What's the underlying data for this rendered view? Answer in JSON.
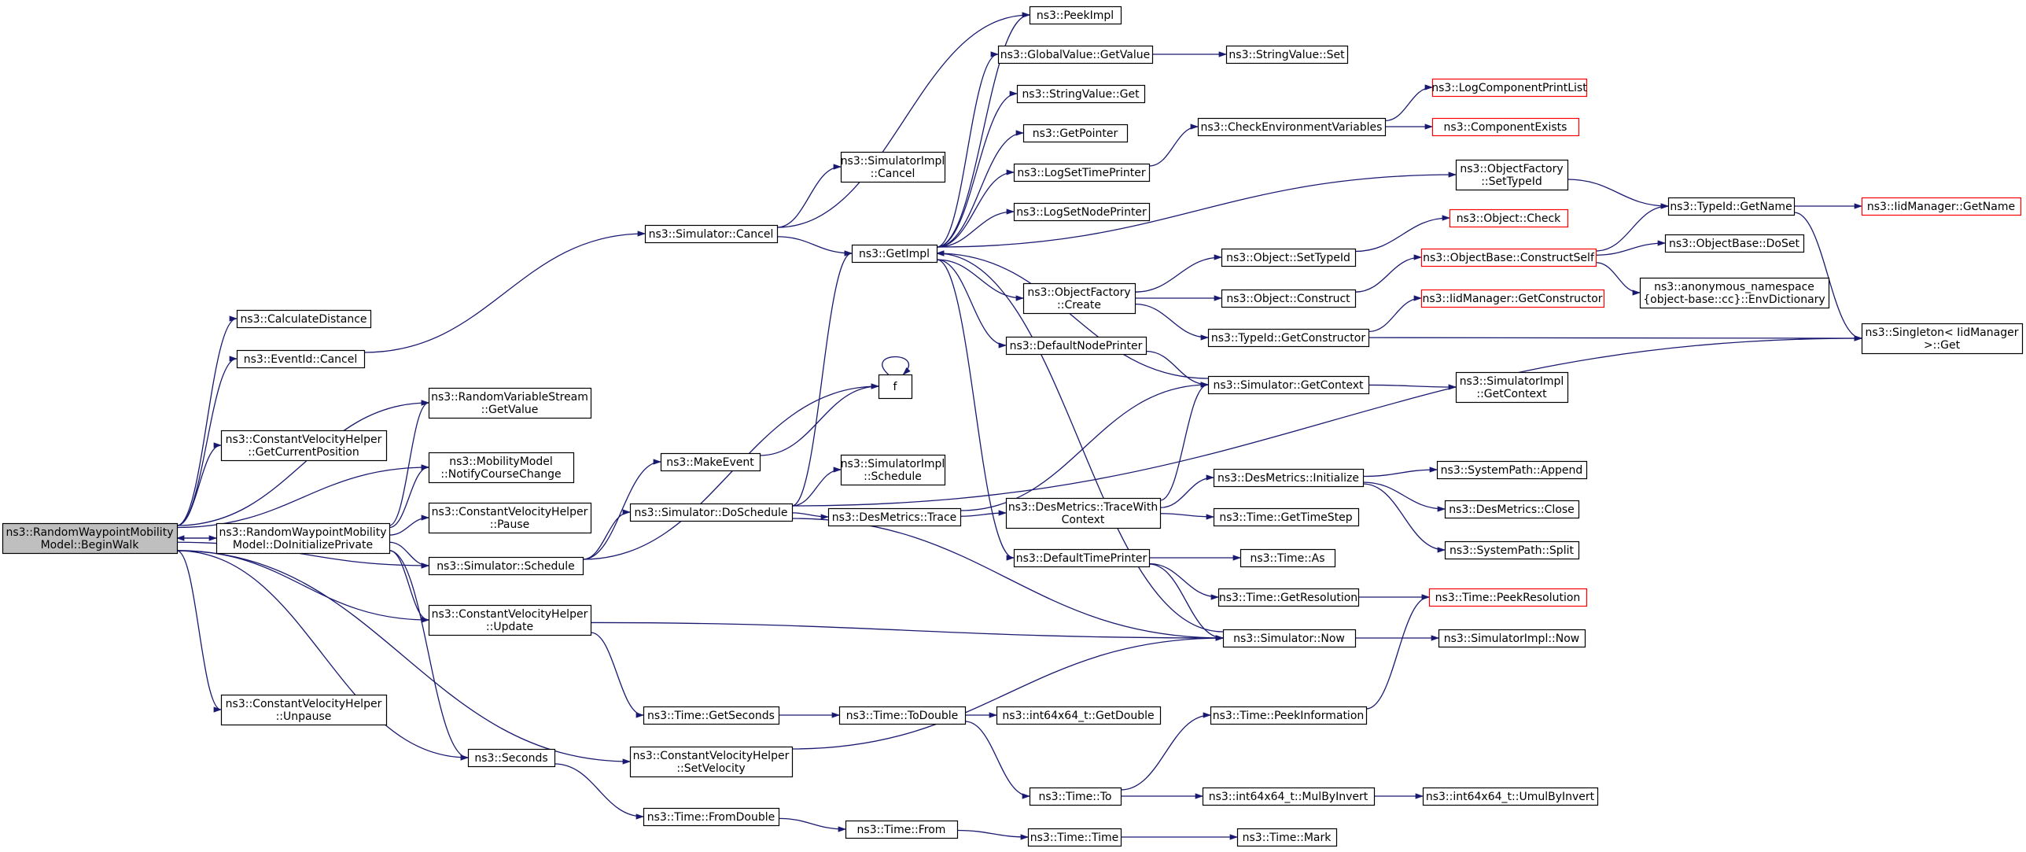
{
  "colors": {
    "edge": "#191970",
    "box_stroke": "#000000",
    "box_stroke_red": "#ff0000",
    "box_fill": "#ffffff",
    "root_fill": "#bfbfbf"
  },
  "nodes": [
    {
      "id": "beginwalk",
      "lines": [
        "ns3::RandomWaypointMobility",
        "Model::BeginWalk"
      ],
      "style": "root"
    },
    {
      "id": "doinit",
      "lines": [
        "ns3::RandomWaypointMobility",
        "Model::DoInitializePrivate"
      ],
      "style": "normal"
    },
    {
      "id": "calcdist",
      "lines": [
        "ns3::CalculateDistance"
      ],
      "style": "normal"
    },
    {
      "id": "eventcancel",
      "lines": [
        "ns3::EventId::Cancel"
      ],
      "style": "normal"
    },
    {
      "id": "rvsget",
      "lines": [
        "ns3::RandomVariableStream",
        "::GetValue"
      ],
      "style": "normal"
    },
    {
      "id": "cvhgetpos",
      "lines": [
        "ns3::ConstantVelocityHelper",
        "::GetCurrentPosition"
      ],
      "style": "normal"
    },
    {
      "id": "mmnotify",
      "lines": [
        "ns3::MobilityModel",
        "::NotifyCourseChange"
      ],
      "style": "normal"
    },
    {
      "id": "cvhpause",
      "lines": [
        "ns3::ConstantVelocityHelper",
        "::Pause"
      ],
      "style": "normal"
    },
    {
      "id": "simschedule",
      "lines": [
        "ns3::Simulator::Schedule"
      ],
      "style": "normal"
    },
    {
      "id": "cvhupdate",
      "lines": [
        "ns3::ConstantVelocityHelper",
        "::Update"
      ],
      "style": "normal"
    },
    {
      "id": "cvhunpause",
      "lines": [
        "ns3::ConstantVelocityHelper",
        "::Unpause"
      ],
      "style": "normal"
    },
    {
      "id": "seconds",
      "lines": [
        "ns3::Seconds"
      ],
      "style": "normal"
    },
    {
      "id": "cvhsetvel",
      "lines": [
        "ns3::ConstantVelocityHelper",
        "::SetVelocity"
      ],
      "style": "normal"
    },
    {
      "id": "simcancel",
      "lines": [
        "ns3::Simulator::Cancel"
      ],
      "style": "normal"
    },
    {
      "id": "simimplcancel",
      "lines": [
        "ns3::SimulatorImpl",
        "::Cancel"
      ],
      "style": "normal"
    },
    {
      "id": "makeevent",
      "lines": [
        "ns3::MakeEvent"
      ],
      "style": "normal"
    },
    {
      "id": "simdoschedule",
      "lines": [
        "ns3::Simulator::DoSchedule"
      ],
      "style": "normal"
    },
    {
      "id": "simimplschedule",
      "lines": [
        "ns3::SimulatorImpl",
        "::Schedule"
      ],
      "style": "normal"
    },
    {
      "id": "desmtrace",
      "lines": [
        "ns3::DesMetrics::Trace"
      ],
      "style": "normal"
    },
    {
      "id": "timegetseconds",
      "lines": [
        "ns3::Time::GetSeconds"
      ],
      "style": "normal"
    },
    {
      "id": "timefromdouble",
      "lines": [
        "ns3::Time::FromDouble"
      ],
      "style": "normal"
    },
    {
      "id": "f",
      "lines": [
        "f"
      ],
      "style": "normal"
    },
    {
      "id": "getimpl",
      "lines": [
        "ns3::GetImpl"
      ],
      "style": "normal"
    },
    {
      "id": "timetodouble",
      "lines": [
        "ns3::Time::ToDouble"
      ],
      "style": "normal"
    },
    {
      "id": "timefrom",
      "lines": [
        "ns3::Time::From"
      ],
      "style": "normal"
    },
    {
      "id": "peekimpl",
      "lines": [
        "ns3::PeekImpl"
      ],
      "style": "normal"
    },
    {
      "id": "gvgetvalue",
      "lines": [
        "ns3::GlobalValue::GetValue"
      ],
      "style": "normal"
    },
    {
      "id": "svget",
      "lines": [
        "ns3::StringValue::Get"
      ],
      "style": "normal"
    },
    {
      "id": "getpointer",
      "lines": [
        "ns3::GetPointer"
      ],
      "style": "normal"
    },
    {
      "id": "logsettimeprinter",
      "lines": [
        "ns3::LogSetTimePrinter"
      ],
      "style": "normal"
    },
    {
      "id": "logsetnodeprinter",
      "lines": [
        "ns3::LogSetNodePrinter"
      ],
      "style": "normal"
    },
    {
      "id": "ofcreate",
      "lines": [
        "ns3::ObjectFactory",
        "::Create"
      ],
      "style": "normal"
    },
    {
      "id": "defnodeprinter",
      "lines": [
        "ns3::DefaultNodePrinter"
      ],
      "style": "normal"
    },
    {
      "id": "desmtracewith",
      "lines": [
        "ns3::DesMetrics::TraceWith",
        "Context"
      ],
      "style": "normal"
    },
    {
      "id": "deftimeprinter",
      "lines": [
        "ns3::DefaultTimePrinter"
      ],
      "style": "normal"
    },
    {
      "id": "int64getdouble",
      "lines": [
        "ns3::int64x64_t::GetDouble"
      ],
      "style": "normal"
    },
    {
      "id": "timeto",
      "lines": [
        "ns3::Time::To"
      ],
      "style": "normal"
    },
    {
      "id": "timetime",
      "lines": [
        "ns3::Time::Time"
      ],
      "style": "normal"
    },
    {
      "id": "svset",
      "lines": [
        "ns3::StringValue::Set"
      ],
      "style": "normal"
    },
    {
      "id": "checkenv",
      "lines": [
        "ns3::CheckEnvironmentVariables"
      ],
      "style": "normal"
    },
    {
      "id": "objsettypeid",
      "lines": [
        "ns3::Object::SetTypeId"
      ],
      "style": "normal"
    },
    {
      "id": "objconstruct",
      "lines": [
        "ns3::Object::Construct"
      ],
      "style": "normal"
    },
    {
      "id": "tidgetconstructor",
      "lines": [
        "ns3::TypeId::GetConstructor"
      ],
      "style": "normal"
    },
    {
      "id": "simgetcontext",
      "lines": [
        "ns3::Simulator::GetContext"
      ],
      "style": "normal"
    },
    {
      "id": "desminit",
      "lines": [
        "ns3::DesMetrics::Initialize"
      ],
      "style": "normal"
    },
    {
      "id": "timegettimestep",
      "lines": [
        "ns3::Time::GetTimeStep"
      ],
      "style": "normal"
    },
    {
      "id": "timeas",
      "lines": [
        "ns3::Time::As"
      ],
      "style": "normal"
    },
    {
      "id": "timegetres",
      "lines": [
        "ns3::Time::GetResolution"
      ],
      "style": "normal"
    },
    {
      "id": "simnow",
      "lines": [
        "ns3::Simulator::Now"
      ],
      "style": "normal"
    },
    {
      "id": "timepeekinfo",
      "lines": [
        "ns3::Time::PeekInformation"
      ],
      "style": "normal"
    },
    {
      "id": "int64mulbyinvert",
      "lines": [
        "ns3::int64x64_t::MulByInvert"
      ],
      "style": "normal"
    },
    {
      "id": "timemark",
      "lines": [
        "ns3::Time::Mark"
      ],
      "style": "normal"
    },
    {
      "id": "logcompprintlist",
      "lines": [
        "ns3::LogComponentPrintList"
      ],
      "style": "red"
    },
    {
      "id": "compexists",
      "lines": [
        "ns3::ComponentExists"
      ],
      "style": "red"
    },
    {
      "id": "ofsettypeid",
      "lines": [
        "ns3::ObjectFactory",
        "::SetTypeId"
      ],
      "style": "normal"
    },
    {
      "id": "objcheck",
      "lines": [
        "ns3::Object::Check"
      ],
      "style": "red"
    },
    {
      "id": "obconstructself",
      "lines": [
        "ns3::ObjectBase::ConstructSelf"
      ],
      "style": "red"
    },
    {
      "id": "iidgetconstructor",
      "lines": [
        "ns3::IidManager::GetConstructor"
      ],
      "style": "red"
    },
    {
      "id": "simimplgetcontext",
      "lines": [
        "ns3::SimulatorImpl",
        "::GetContext"
      ],
      "style": "normal"
    },
    {
      "id": "tidgetname",
      "lines": [
        "ns3::TypeId::GetName"
      ],
      "style": "normal"
    },
    {
      "id": "obdoset",
      "lines": [
        "ns3::ObjectBase::DoSet"
      ],
      "style": "normal"
    },
    {
      "id": "anonenvdict",
      "lines": [
        "ns3::anonymous_namespace",
        "{object-base::cc}::EnvDictionary"
      ],
      "style": "normal"
    },
    {
      "id": "syspathappend",
      "lines": [
        "ns3::SystemPath::Append"
      ],
      "style": "normal"
    },
    {
      "id": "desmclose",
      "lines": [
        "ns3::DesMetrics::Close"
      ],
      "style": "normal"
    },
    {
      "id": "syspathsplit",
      "lines": [
        "ns3::SystemPath::Split"
      ],
      "style": "normal"
    },
    {
      "id": "timepeekres",
      "lines": [
        "ns3::Time::PeekResolution"
      ],
      "style": "red"
    },
    {
      "id": "simimplnow",
      "lines": [
        "ns3::SimulatorImpl::Now"
      ],
      "style": "normal"
    },
    {
      "id": "int64umulbyinvert",
      "lines": [
        "ns3::int64x64_t::UmulByInvert"
      ],
      "style": "normal"
    },
    {
      "id": "iidgetname",
      "lines": [
        "ns3::IidManager::GetName"
      ],
      "style": "red"
    },
    {
      "id": "singletonget",
      "lines": [
        "ns3::Singleton< IidManager",
        ">::Get"
      ],
      "style": "normal"
    }
  ],
  "edges": [
    [
      "beginwalk",
      "doinit"
    ],
    [
      "doinit",
      "beginwalk"
    ],
    [
      "beginwalk",
      "calcdist"
    ],
    [
      "beginwalk",
      "eventcancel"
    ],
    [
      "beginwalk",
      "rvsget"
    ],
    [
      "beginwalk",
      "cvhgetpos"
    ],
    [
      "beginwalk",
      "mmnotify"
    ],
    [
      "beginwalk",
      "simschedule"
    ],
    [
      "beginwalk",
      "cvhupdate"
    ],
    [
      "beginwalk",
      "cvhunpause"
    ],
    [
      "beginwalk",
      "seconds"
    ],
    [
      "beginwalk",
      "cvhsetvel"
    ],
    [
      "doinit",
      "rvsget"
    ],
    [
      "doinit",
      "mmnotify"
    ],
    [
      "doinit",
      "cvhpause"
    ],
    [
      "doinit",
      "simschedule"
    ],
    [
      "doinit",
      "cvhupdate"
    ],
    [
      "doinit",
      "seconds"
    ],
    [
      "eventcancel",
      "simcancel"
    ],
    [
      "simschedule",
      "makeevent"
    ],
    [
      "simschedule",
      "simdoschedule"
    ],
    [
      "simschedule",
      "f"
    ],
    [
      "cvhupdate",
      "timegetseconds"
    ],
    [
      "cvhupdate",
      "simnow"
    ],
    [
      "seconds",
      "timefromdouble"
    ],
    [
      "cvhsetvel",
      "simnow"
    ],
    [
      "simcancel",
      "simimplcancel"
    ],
    [
      "simcancel",
      "getimpl"
    ],
    [
      "simcancel",
      "peekimpl"
    ],
    [
      "makeevent",
      "f"
    ],
    [
      "f",
      "f"
    ],
    [
      "simdoschedule",
      "simimplschedule"
    ],
    [
      "simdoschedule",
      "desmtrace"
    ],
    [
      "simdoschedule",
      "getimpl"
    ],
    [
      "simdoschedule",
      "simnow"
    ],
    [
      "simdoschedule",
      "singletonget"
    ],
    [
      "desmtrace",
      "desmtracewith"
    ],
    [
      "desmtrace",
      "simgetcontext"
    ],
    [
      "timegetseconds",
      "timetodouble"
    ],
    [
      "timefromdouble",
      "timefrom"
    ],
    [
      "timetodouble",
      "int64getdouble"
    ],
    [
      "timetodouble",
      "timeto"
    ],
    [
      "timefrom",
      "timetime"
    ],
    [
      "timetime",
      "timemark"
    ],
    [
      "timeto",
      "timepeekinfo"
    ],
    [
      "timeto",
      "int64mulbyinvert"
    ],
    [
      "int64mulbyinvert",
      "int64umulbyinvert"
    ],
    [
      "getimpl",
      "peekimpl"
    ],
    [
      "getimpl",
      "gvgetvalue"
    ],
    [
      "getimpl",
      "svget"
    ],
    [
      "getimpl",
      "getpointer"
    ],
    [
      "getimpl",
      "logsettimeprinter"
    ],
    [
      "getimpl",
      "logsetnodeprinter"
    ],
    [
      "getimpl",
      "ofcreate"
    ],
    [
      "getimpl",
      "defnodeprinter"
    ],
    [
      "getimpl",
      "deftimeprinter"
    ],
    [
      "getimpl",
      "ofsettypeid"
    ],
    [
      "gvgetvalue",
      "svset"
    ],
    [
      "logsettimeprinter",
      "checkenv"
    ],
    [
      "checkenv",
      "logcompprintlist"
    ],
    [
      "checkenv",
      "compexists"
    ],
    [
      "ofcreate",
      "objsettypeid"
    ],
    [
      "ofcreate",
      "objconstruct"
    ],
    [
      "ofcreate",
      "tidgetconstructor"
    ],
    [
      "objsettypeid",
      "objcheck"
    ],
    [
      "objconstruct",
      "obconstructself"
    ],
    [
      "obconstructself",
      "tidgetname"
    ],
    [
      "obconstructself",
      "obdoset"
    ],
    [
      "obconstructself",
      "anonenvdict"
    ],
    [
      "tidgetconstructor",
      "iidgetconstructor"
    ],
    [
      "tidgetconstructor",
      "singletonget"
    ],
    [
      "ofsettypeid",
      "tidgetname"
    ],
    [
      "tidgetname",
      "iidgetname"
    ],
    [
      "tidgetname",
      "singletonget"
    ],
    [
      "defnodeprinter",
      "simgetcontext"
    ],
    [
      "simgetcontext",
      "getimpl"
    ],
    [
      "simgetcontext",
      "simimplgetcontext"
    ],
    [
      "desmtracewith",
      "desminit"
    ],
    [
      "desmtracewith",
      "timegettimestep"
    ],
    [
      "desmtracewith",
      "simgetcontext"
    ],
    [
      "desminit",
      "syspathappend"
    ],
    [
      "desminit",
      "desmclose"
    ],
    [
      "desminit",
      "syspathsplit"
    ],
    [
      "deftimeprinter",
      "timeas"
    ],
    [
      "deftimeprinter",
      "timegetres"
    ],
    [
      "deftimeprinter",
      "simnow"
    ],
    [
      "timegetres",
      "timepeekres"
    ],
    [
      "simnow",
      "getimpl"
    ],
    [
      "simnow",
      "simimplnow"
    ],
    [
      "timepeekinfo",
      "timepeekres"
    ]
  ]
}
